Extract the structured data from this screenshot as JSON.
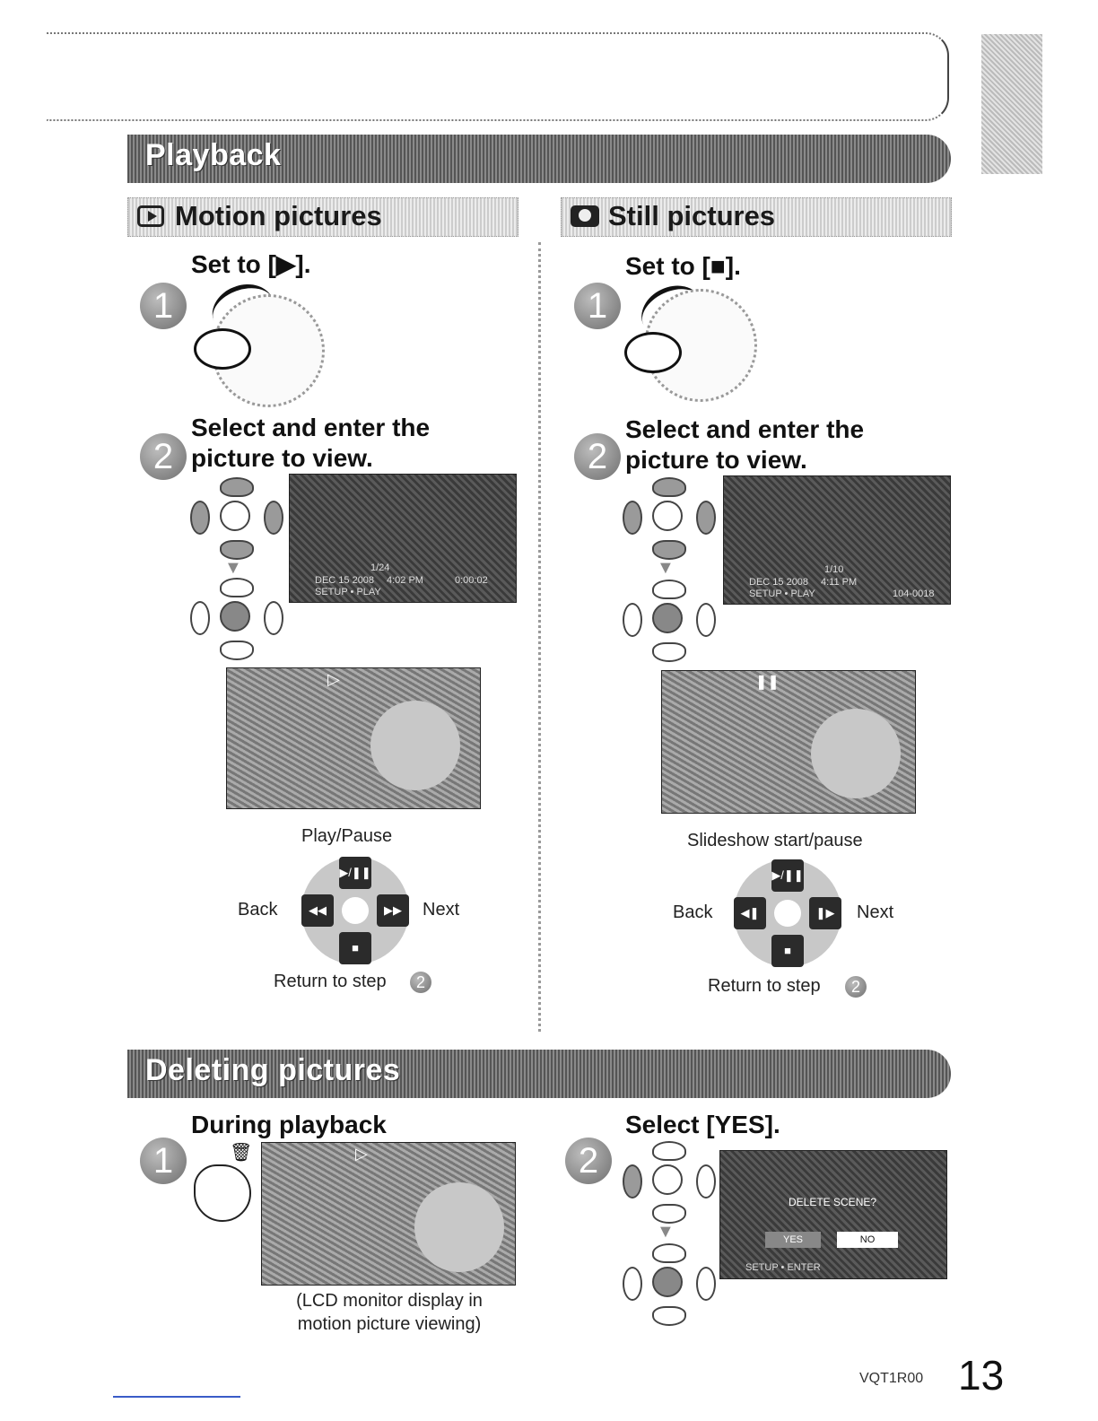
{
  "playback": {
    "title": "Playback",
    "motion": {
      "heading": "Motion pictures",
      "step1": {
        "num": "1",
        "text": "Set to [▶]."
      },
      "step2": {
        "num": "2",
        "text": "Select and enter the picture to view."
      },
      "screen": {
        "counter": "1/24",
        "date": "DEC 15 2008",
        "time": "4:02 PM",
        "duration": "0:00:02",
        "hint": "SETUP • PLAY"
      },
      "controls": {
        "top": "Play/Pause",
        "left": "Back",
        "right": "Next",
        "bottom": "Return to step",
        "bottom_num": "2"
      }
    },
    "still": {
      "heading": "Still pictures",
      "step1": {
        "num": "1",
        "text": "Set to [■]."
      },
      "step2": {
        "num": "2",
        "text": "Select and enter the picture to view."
      },
      "screen": {
        "counter": "1/10",
        "date": "DEC 15 2008",
        "time": "4:11 PM",
        "file": "104-0018",
        "hint": "SETUP • PLAY"
      },
      "controls": {
        "top": "Slideshow start/pause",
        "left": "Back",
        "right": "Next",
        "bottom": "Return to step",
        "bottom_num": "2"
      }
    }
  },
  "deleting": {
    "title": "Deleting pictures",
    "step1": {
      "num": "1",
      "text": "During playback",
      "caption_line1": "(LCD monitor display in",
      "caption_line2": "motion picture viewing)"
    },
    "step2": {
      "num": "2",
      "text": "Select [YES].",
      "dialog": {
        "question": "DELETE SCENE?",
        "yes": "YES",
        "no": "NO",
        "hint": "SETUP • ENTER"
      }
    }
  },
  "footer": {
    "code": "VQT1R00",
    "page": "13"
  }
}
